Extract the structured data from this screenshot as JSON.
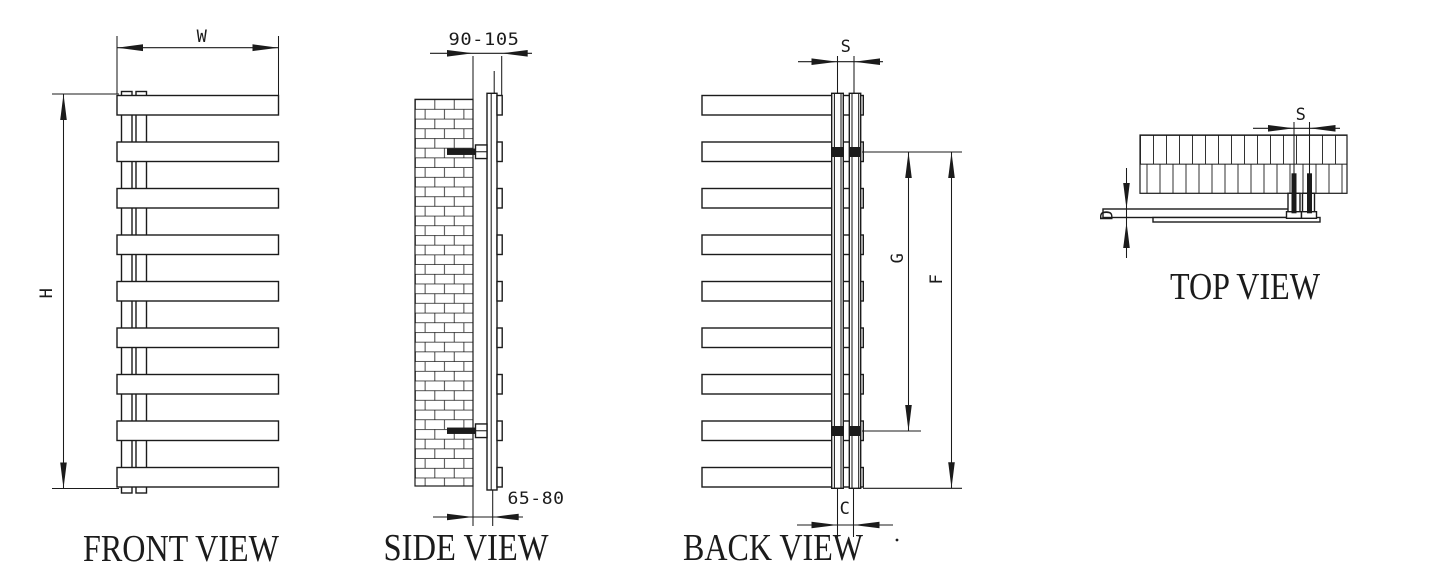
{
  "drawing": {
    "views": {
      "front": {
        "label": "FRONT VIEW",
        "dims": {
          "width": "W",
          "height": "H"
        }
      },
      "side": {
        "label": "SIDE VIEW",
        "dims": {
          "wall_to_front": "90-105",
          "wall_to_back": "65-80"
        }
      },
      "back": {
        "label": "BACK VIEW",
        "dims": {
          "pipe_spacing_top": "S",
          "pipe_spacing_bottom": "C",
          "bracket_span": "G",
          "fixing_span": "F"
        }
      },
      "top": {
        "label": "TOP VIEW",
        "dims": {
          "pipe_spacing": "S",
          "bar_depth": "D"
        }
      }
    },
    "colors": {
      "line": "#1b1b1b",
      "background": "#ffffff"
    },
    "bars_count": 9
  }
}
